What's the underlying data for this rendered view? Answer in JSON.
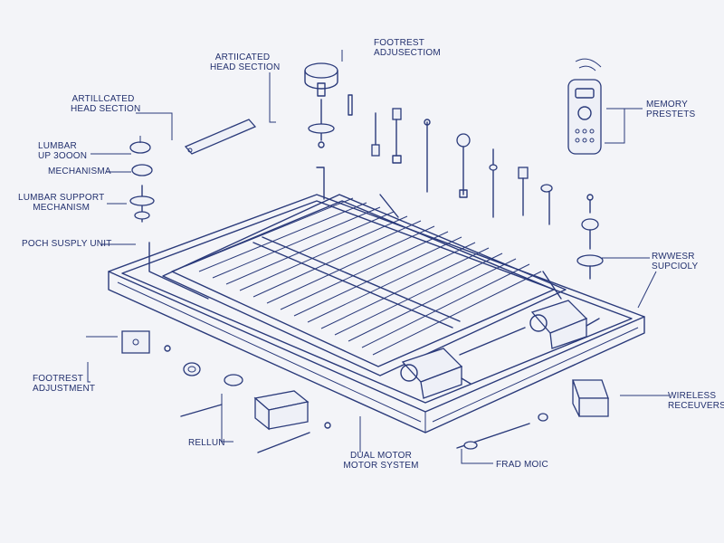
{
  "labels": {
    "articulated_head_top_1": "ARTIICATED",
    "articulated_head_top_2": "HEAD SECTION",
    "footrest_top_1": "FOOTREST",
    "footrest_top_2": "ADJUSECTIOM",
    "articulated_head_left_1": "ARTILLCATED",
    "articulated_head_left_2": "HEAD SECTION",
    "lumbar_1": "LUMBAR",
    "lumbar_2": "UP 3OOON",
    "mechanism": "MECHANISMA",
    "lumbar_support_1": "LUMBAR SUPPORT",
    "lumbar_support_2": "MECHANISM",
    "power_supply": "POCH SUSPLY UNIT",
    "memory_1": "MEMORY",
    "memory_2": "PRESTETS",
    "power_right_1": "RWWESR",
    "power_right_2": "SUPCIOLY",
    "footrest_bottom_1": "FOOTREST",
    "footrest_bottom_2": "ADJUSTMENT",
    "rellun": "RELLUN",
    "dual_motor_1": "DUAL MOTOR",
    "dual_motor_2": "MOTOR SYSTEM",
    "wireless_1": "WIRELESS",
    "wireless_2": "RECEUVERS",
    "frad_moc": "FRAD MOIC"
  },
  "colors": {
    "ink": "#2a3a7a",
    "background": "#f3f4f8"
  }
}
